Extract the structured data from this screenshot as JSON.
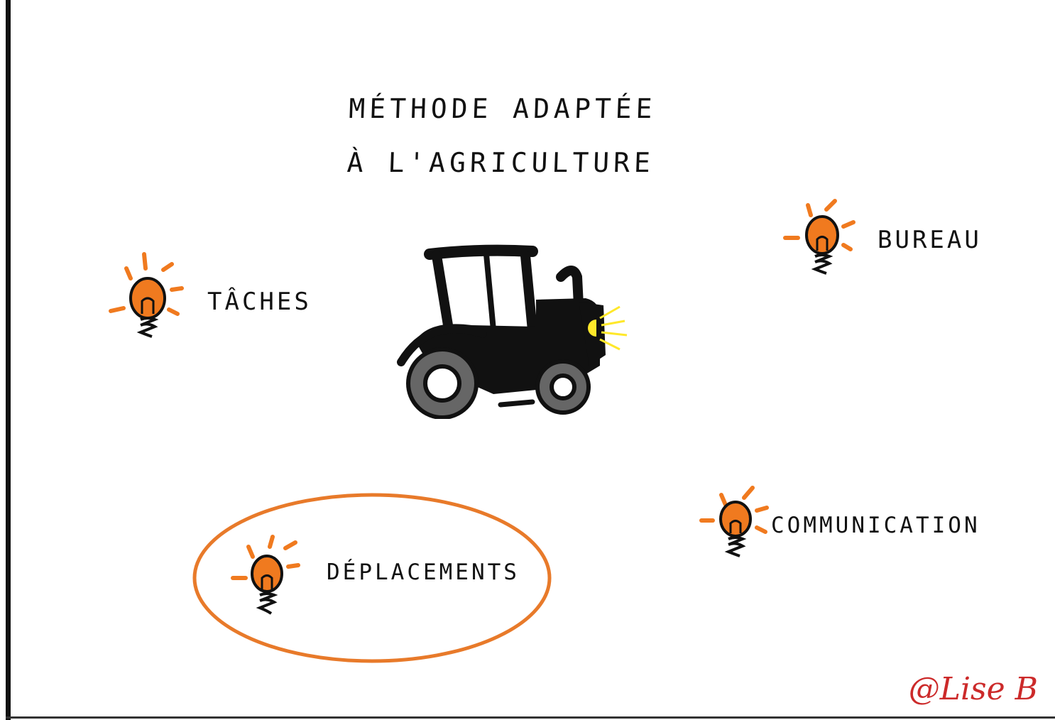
{
  "title": {
    "line1": "MÉTHODE ADAPTÉE",
    "line2": "À L'AGRICULTURE"
  },
  "items": {
    "taches": "TÂCHES",
    "bureau": "BUREAU",
    "communication": "COMMUNICATION",
    "deplacements": "DÉPLACEMENTS"
  },
  "signature": "@Lise B",
  "colors": {
    "bulb": "#f07a1f",
    "highlight_ellipse": "#e87a2a",
    "tractor": "#111111",
    "headlight": "#ffe82a",
    "signature": "#cc2a2a"
  },
  "icons": [
    "lightbulb-icon",
    "tractor-illustration"
  ]
}
